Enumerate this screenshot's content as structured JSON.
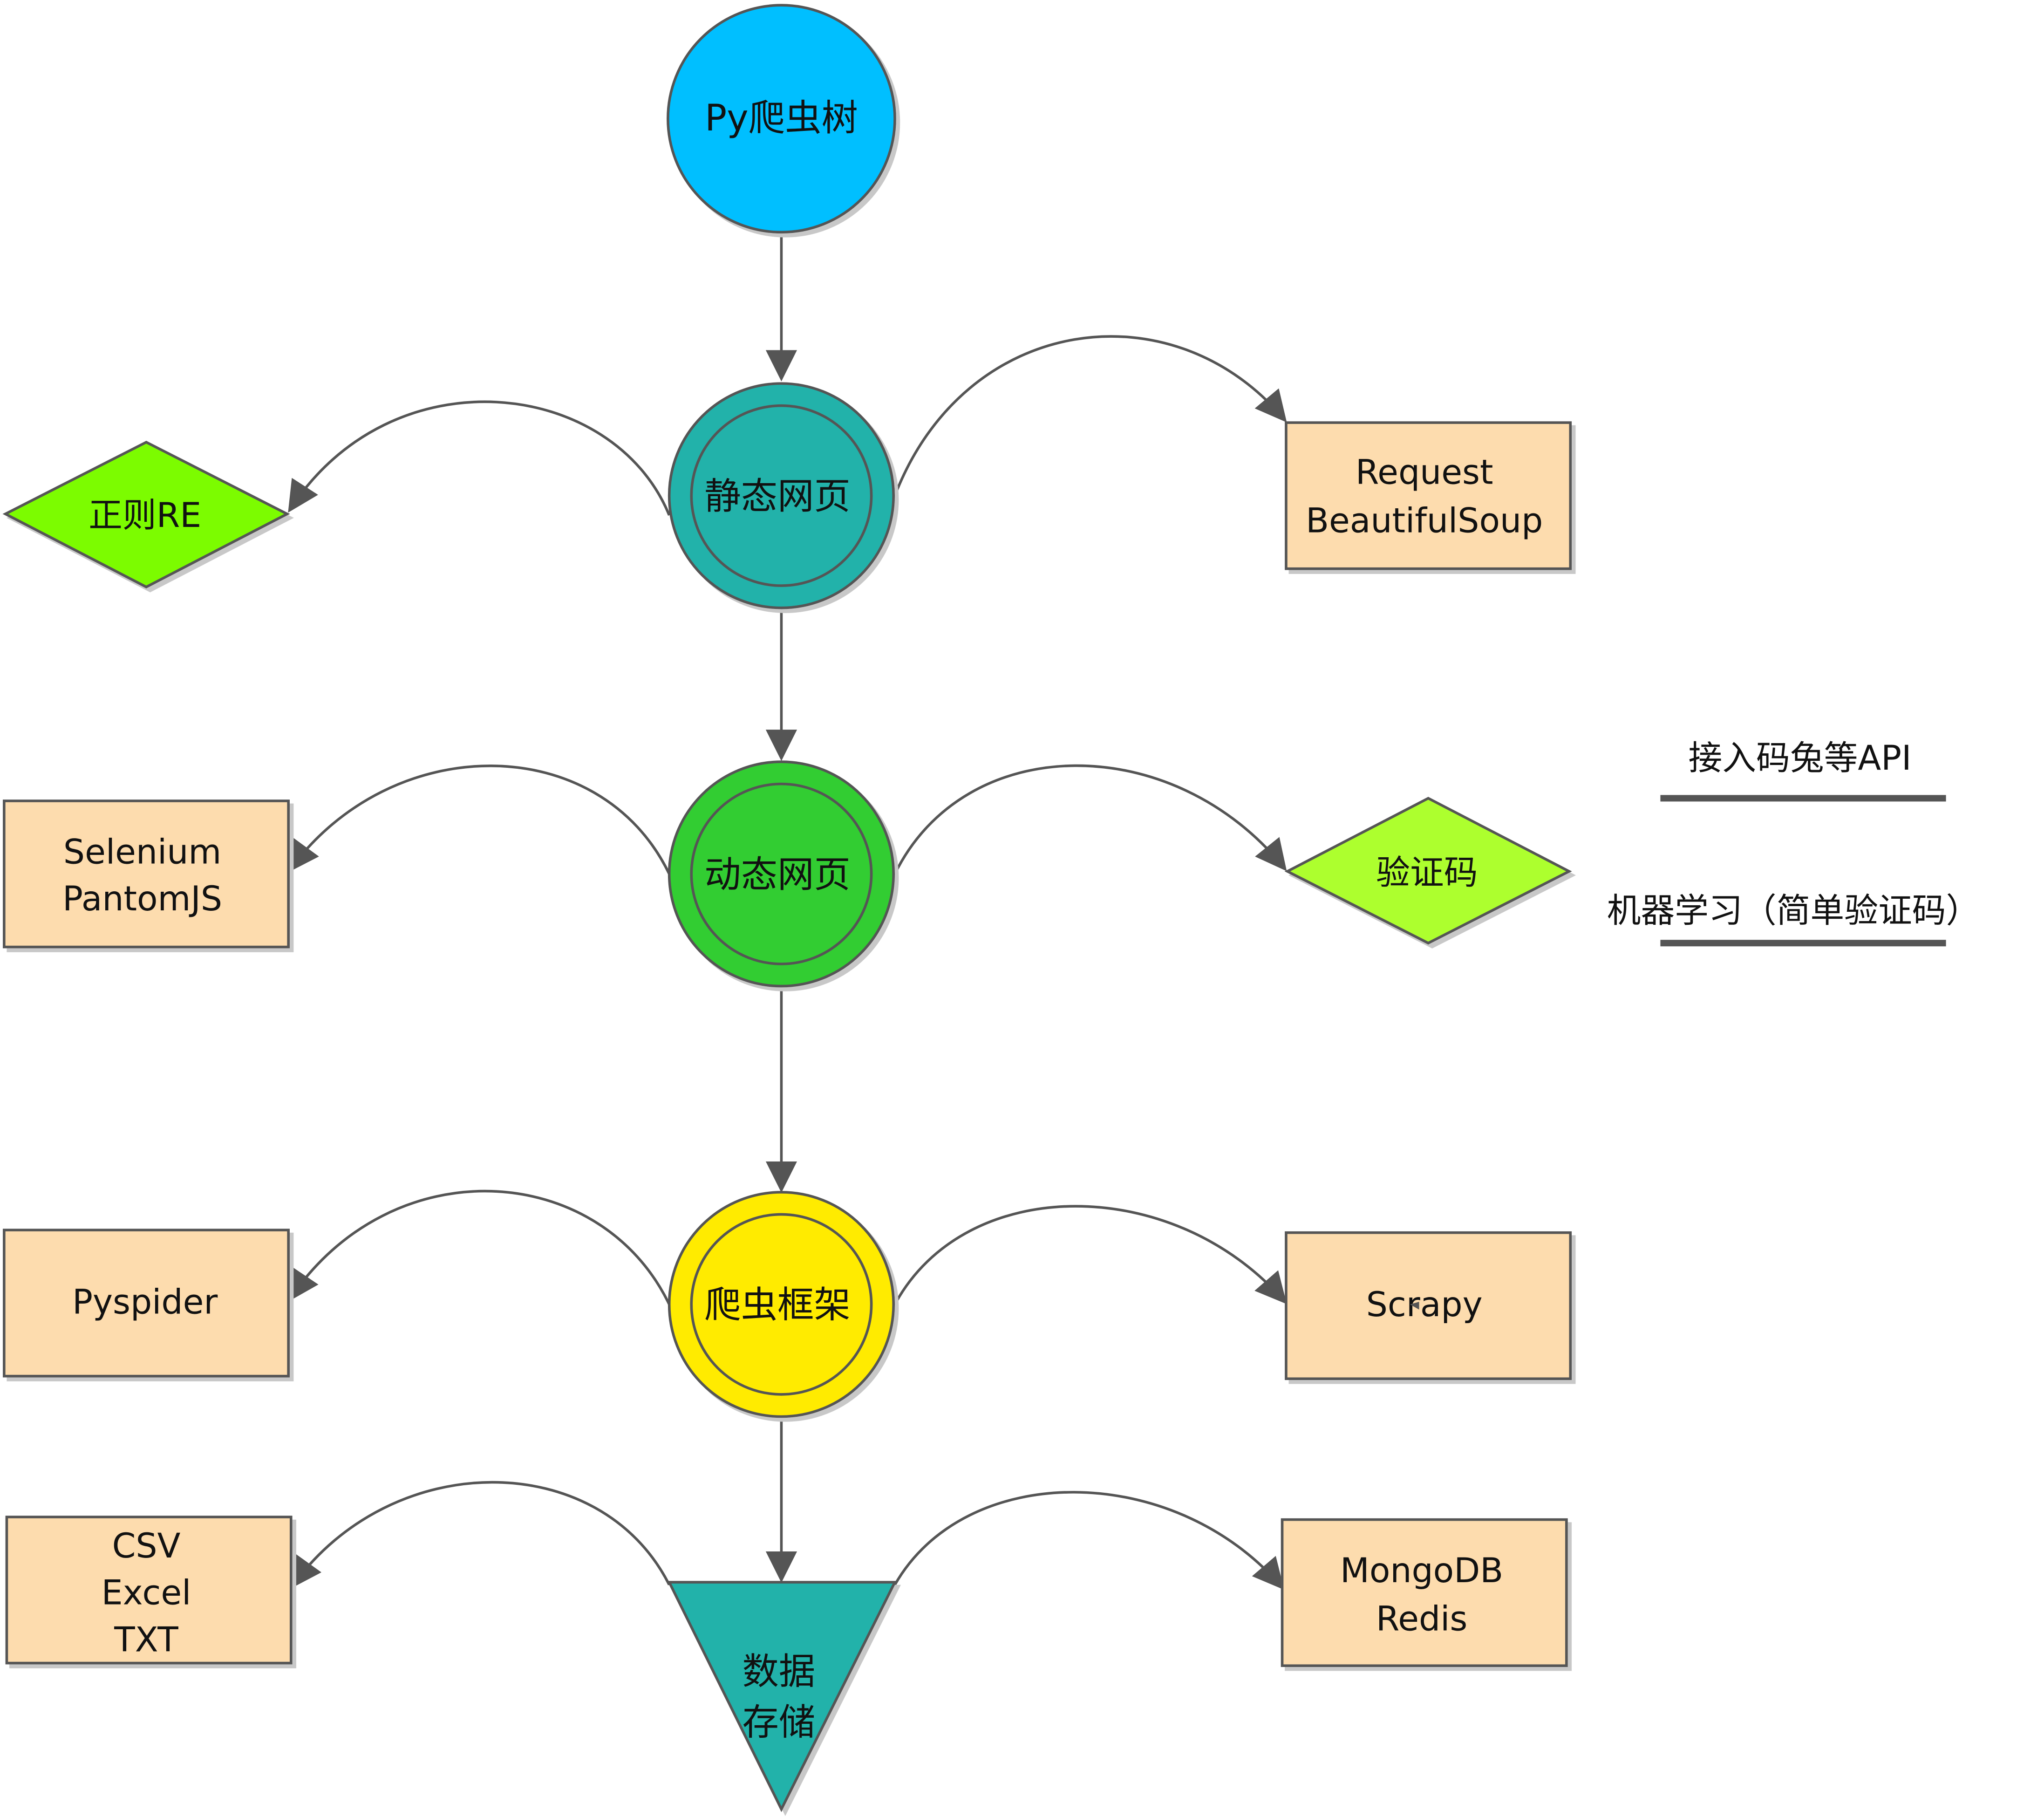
{
  "colors": {
    "root": "#00BFFF",
    "static": "#20B2AA",
    "dynamic": "#32CD32",
    "framework": "#FFEB00",
    "storage": "#20B2AA",
    "diamond_re": "#7CFC00",
    "diamond_captcha": "#ADFF2F",
    "box": "#FDDCAE",
    "stroke": "#555555",
    "arrow": "#555555"
  },
  "nodes": {
    "root": [
      "Py爬虫树"
    ],
    "static": [
      "静态网页"
    ],
    "dynamic": [
      "动态网页"
    ],
    "framework": [
      "爬虫框架"
    ],
    "storage": [
      "数据",
      "存储"
    ],
    "re": [
      "正则RE"
    ],
    "requests": [
      "Request",
      "BeautifulSoup"
    ],
    "selenium": [
      "Selenium",
      "PantomJS"
    ],
    "captcha": [
      "验证码"
    ],
    "pyspider": [
      "Pyspider"
    ],
    "scrapy": [
      "Scrapy"
    ],
    "files": [
      "CSV",
      "Excel",
      "TXT"
    ],
    "db": [
      "MongoDB",
      "Redis"
    ]
  },
  "annotations": {
    "api": "接入码兔等API",
    "ml": "机器学习（简单验证码）"
  }
}
